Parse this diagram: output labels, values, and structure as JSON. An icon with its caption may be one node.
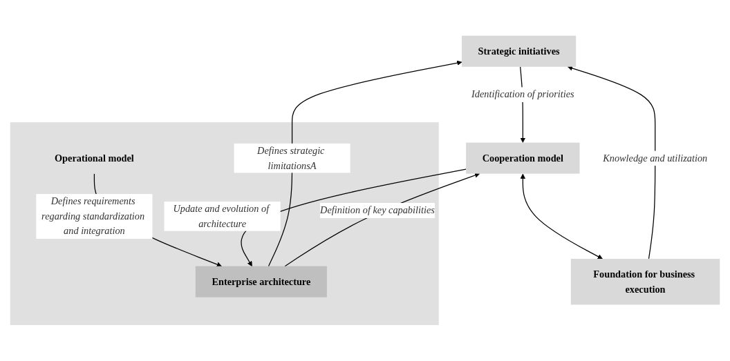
{
  "diagram": {
    "nodes": [
      {
        "text": [
          "Strategic initiatives"
        ]
      },
      {
        "text": [],
        "shape": "box"
      },
      {
        "text": [
          "Operational model"
        ],
        "in": 1
      },
      {
        "text": [
          "Enterprise architecture"
        ],
        "in": 1
      },
      {
        "text": [
          "Cooperation model"
        ]
      },
      {
        "text": [
          "Foundation for business execution"
        ]
      }
    ],
    "edges": [
      {
        "from": 3,
        "to": 0,
        "arrow": "to",
        "label": "Defines strategic limitationsA"
      },
      {
        "from": 2,
        "to": 3,
        "arrow": "to",
        "label": "Defines requirements regarding standardization and integration"
      },
      {
        "from": 3,
        "to": 4,
        "arrow": "to",
        "label": "Definition of key capabilities"
      },
      {
        "from": 4,
        "to": 3,
        "arrow": "to",
        "label": "Update and evolution of architecture"
      },
      {
        "from": 4,
        "to": 5,
        "arrow": "both"
      },
      {
        "from": 5,
        "to": 0,
        "arrow": "to",
        "label": "Knowledge and utilization"
      },
      {
        "from": 0,
        "to": 4,
        "arrow": "to",
        "label": "Identification of priorities"
      }
    ]
  }
}
